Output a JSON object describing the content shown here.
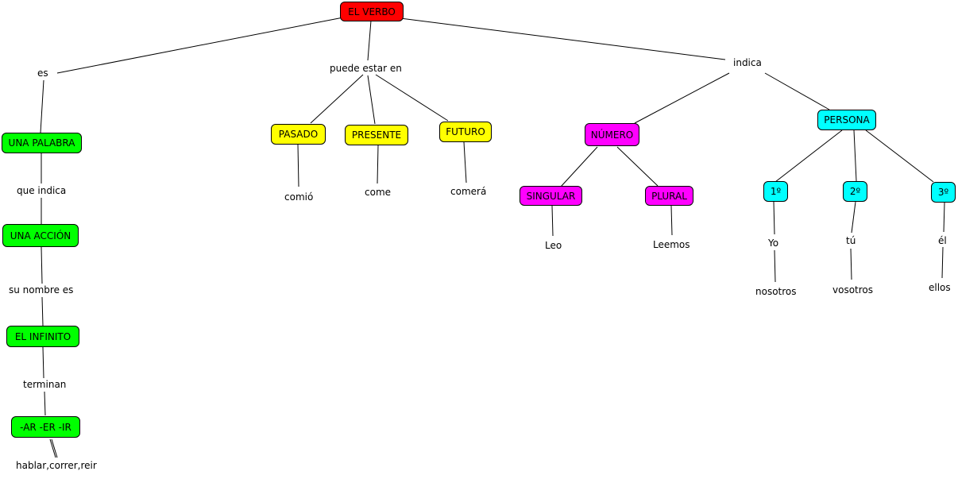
{
  "palette": {
    "root": "#ff0000",
    "definition": "#00ff00",
    "tense": "#ffff00",
    "number": "#ff00ff",
    "person": "#00ffff",
    "line": "#000000"
  },
  "concepts": {
    "el_verbo": "EL VERBO",
    "una_palabra": "UNA PALABRA",
    "una_accion": "UNA ACCIÓN",
    "el_infinito": "EL INFINITO",
    "terminaciones": "-AR -ER -IR",
    "pasado": "PASADO",
    "presente": "PRESENTE",
    "futuro": "FUTURO",
    "numero": "NÚMERO",
    "singular": "SINGULAR",
    "plural": "PLURAL",
    "persona": "PERSONA",
    "primera": "1º",
    "segunda": "2º",
    "tercera": "3º"
  },
  "linking_phrases": {
    "es": "es",
    "puede_estar_en": "puede estar en",
    "indica": "indica",
    "que_indica": "que indica",
    "su_nombre_es": "su nombre es",
    "terminan": "terminan"
  },
  "examples": {
    "comio": "comió",
    "come": "come",
    "comera": "comerá",
    "leo": "Leo",
    "leemos": "Leemos",
    "yo": "Yo",
    "nosotros": "nosotros",
    "tu": "tú",
    "vosotros": "vosotros",
    "el": "él",
    "ellos": "ellos",
    "infinitivos": "hablar,correr,reir"
  }
}
